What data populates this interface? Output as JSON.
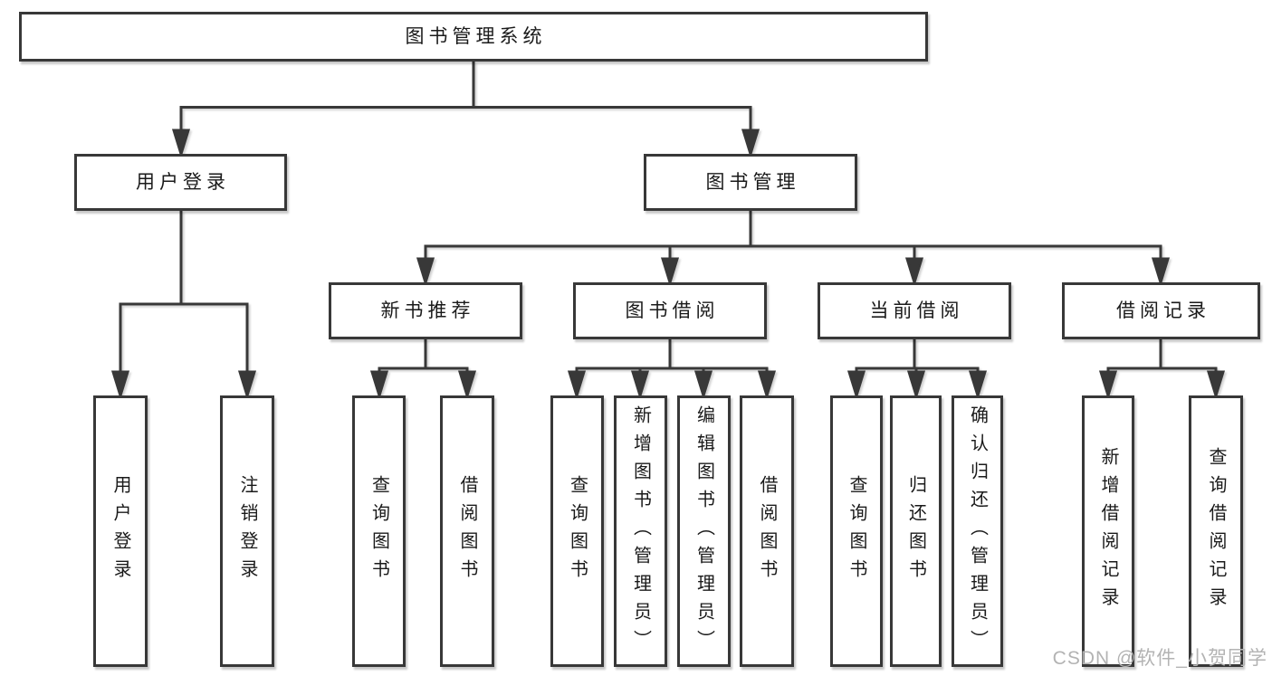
{
  "diagram": {
    "title_note": "library management system feature structure diagram",
    "root": {
      "label": "图书管理系统"
    },
    "level2": [
      {
        "label": "用户登录"
      },
      {
        "label": "图书管理"
      }
    ],
    "level3": [
      {
        "label": "新书推荐"
      },
      {
        "label": "图书借阅"
      },
      {
        "label": "当前借阅"
      },
      {
        "label": "借阅记录"
      }
    ],
    "leaves": {
      "user_login": [
        {
          "label": "用户登录"
        },
        {
          "label": "注销登录"
        }
      ],
      "new_book_recommend": [
        {
          "label": "查询图书"
        },
        {
          "label": "借阅图书"
        }
      ],
      "book_borrow": [
        {
          "label": "查询图书"
        },
        {
          "label": "新增图书（管理员）"
        },
        {
          "label": "编辑图书（管理员）"
        },
        {
          "label": "借阅图书"
        }
      ],
      "current_borrow": [
        {
          "label": "查询图书"
        },
        {
          "label": "归还图书"
        },
        {
          "label": "确认归还（管理员）"
        }
      ],
      "borrow_records": [
        {
          "label": "新增借阅记录"
        },
        {
          "label": "查询借阅记录"
        }
      ]
    }
  },
  "watermark": {
    "text": "CSDN @软件_小贺同学"
  },
  "colors": {
    "line": "#383838",
    "box_border": "#383838",
    "text": "#1a1a1a",
    "watermark": "#b3b3b3",
    "background": "#ffffff"
  }
}
